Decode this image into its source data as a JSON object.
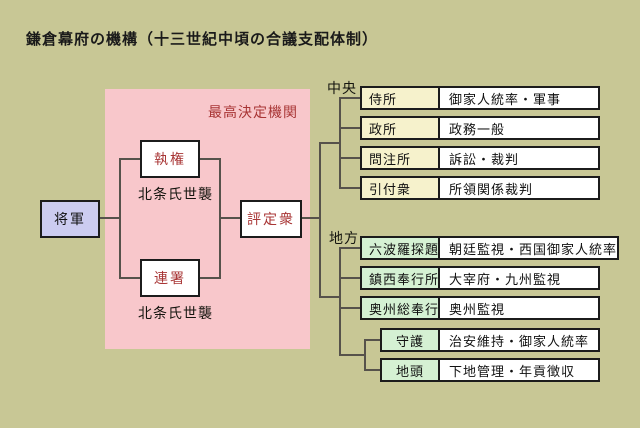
{
  "title": "鎌倉幕府の機構（十三世紀中頃の合議支配体制）",
  "panel": {
    "label": "最高決定機関"
  },
  "nodes": {
    "shogun": {
      "label": "将軍"
    },
    "shikken": {
      "label": "執権",
      "note": "北条氏世襲"
    },
    "rensho": {
      "label": "連署",
      "note": "北条氏世襲"
    },
    "hyojoshu": {
      "label": "評定衆"
    }
  },
  "central": {
    "label": "中央",
    "rows": [
      {
        "name": "侍所",
        "desc": "御家人統率・軍事"
      },
      {
        "name": "政所",
        "desc": "政務一般"
      },
      {
        "name": "問注所",
        "desc": "訴訟・裁判"
      },
      {
        "name": "引付衆",
        "desc": "所領関係裁判"
      }
    ]
  },
  "regional": {
    "label": "地方",
    "rows": [
      {
        "name": "六波羅探題",
        "desc": "朝廷監視・西国御家人統率"
      },
      {
        "name": "鎮西奉行所",
        "desc": "大宰府・九州監視"
      },
      {
        "name": "奥州総奉行",
        "desc": "奥州監視"
      }
    ],
    "sub_rows": [
      {
        "name": "守護",
        "desc": "治安維持・御家人統率"
      },
      {
        "name": "地頭",
        "desc": "下地管理・年貢徴収"
      }
    ]
  },
  "colors": {
    "background": "#c8c795",
    "panel_pink": "#f8c7cb",
    "shogun_fill": "#ccccf0",
    "central_name_fill": "#f6f2cc",
    "regional_name_fill": "#d5f1d3",
    "desc_fill": "#ffffff",
    "accent_red": "#a83535",
    "line": "#56524b",
    "border": "#1c1c1c"
  }
}
